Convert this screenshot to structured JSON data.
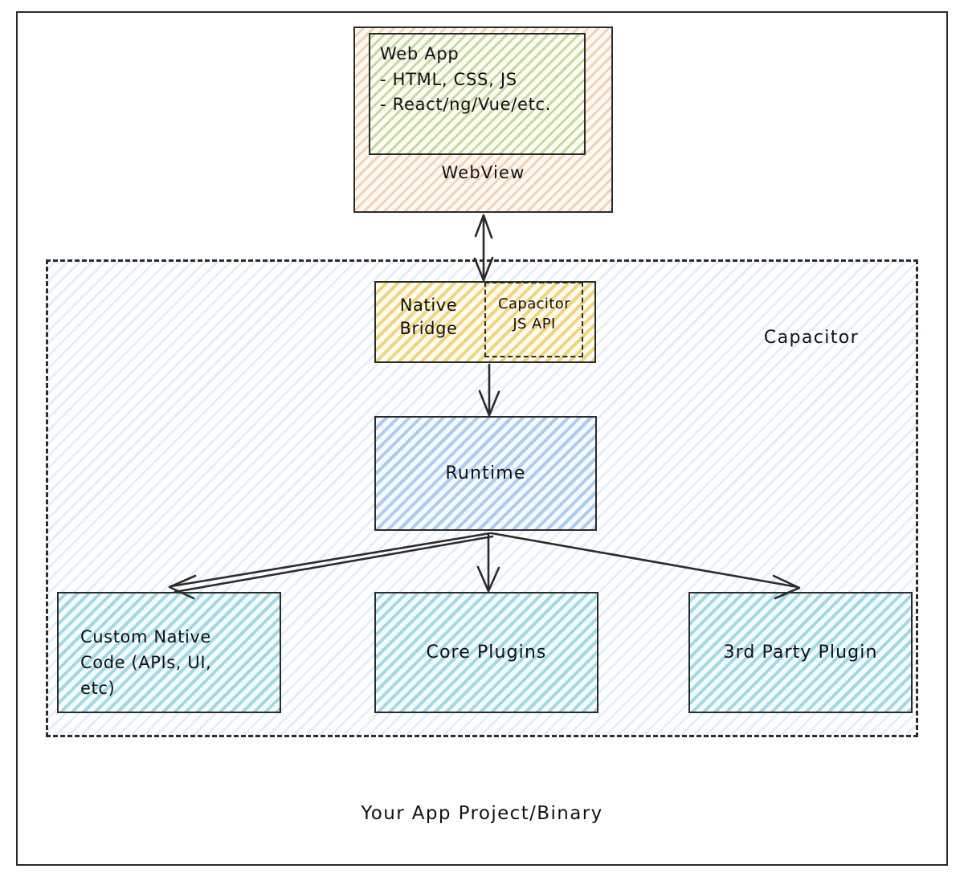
{
  "diagram": {
    "title_caption": "Your App Project/Binary",
    "container_label": "Capacitor",
    "nodes": {
      "webview": {
        "label": "WebView",
        "fill": "#f5c9a3",
        "style": "hatched-orange"
      },
      "web_app": {
        "label": "Web App\n- HTML, CSS, JS\n- React/ng/Vue/etc.",
        "fill": "#b5cc6e",
        "style": "hatched-green"
      },
      "native_bridge": {
        "label": "Native\nBridge",
        "fill": "#f0c850",
        "style": "hatched-yellow"
      },
      "capacitor_js_api": {
        "label": "Capacitor\nJS API",
        "style": "dashed-outline"
      },
      "runtime": {
        "label": "Runtime",
        "fill": "#7fb5e8",
        "style": "hatched-blue"
      },
      "custom_native_code": {
        "label": "Custom Native\nCode (APIs, UI,\netc)",
        "fill": "#7fcfdd",
        "style": "hatched-cyan"
      },
      "core_plugins": {
        "label": "Core Plugins",
        "fill": "#7fcfdd",
        "style": "hatched-cyan"
      },
      "third_party_plugin": {
        "label": "3rd Party Plugin",
        "fill": "#7fcfdd",
        "style": "hatched-cyan"
      }
    },
    "edges": [
      {
        "from": "webview",
        "to": "native_bridge",
        "arrow": "bidirectional"
      },
      {
        "from": "native_bridge",
        "to": "runtime",
        "arrow": "down"
      },
      {
        "from": "runtime",
        "to": "custom_native_code",
        "arrow": "down-left"
      },
      {
        "from": "runtime",
        "to": "core_plugins",
        "arrow": "down"
      },
      {
        "from": "runtime",
        "to": "third_party_plugin",
        "arrow": "down-right"
      }
    ],
    "colors": {
      "stroke": "#2b2b2b",
      "background": "#ffffff"
    }
  }
}
